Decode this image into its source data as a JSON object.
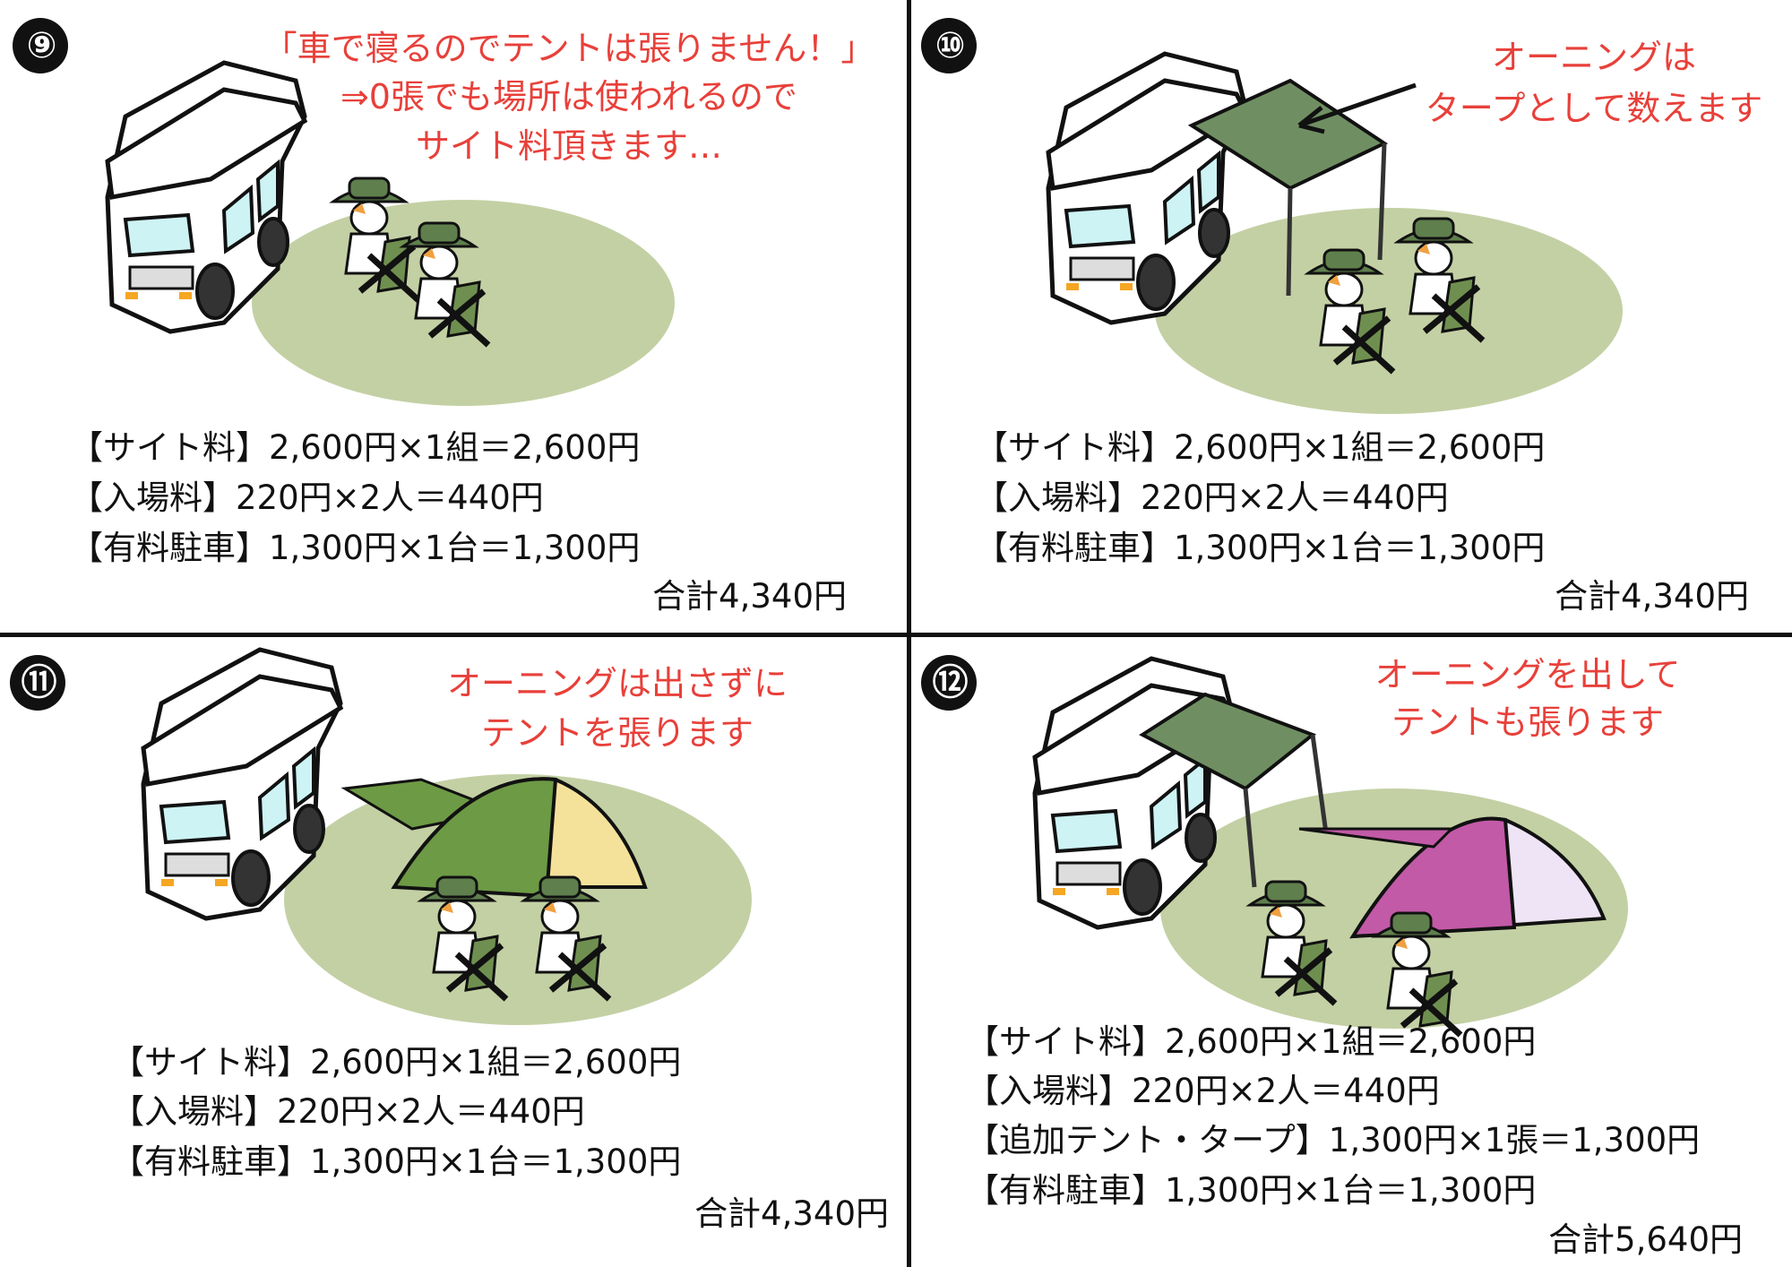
{
  "panels": [
    {
      "number": "⑨",
      "note": [
        "「車で寝るのでテントは張りません！」",
        "⇒0張でも場所は使われるので",
        "サイト料頂きます…"
      ],
      "fees": [
        "【サイト料】2,600円×1組＝2,600円",
        "【入場料】220円×2人＝440円",
        "【有料駐車】1,300円×1台＝1,300円"
      ],
      "total": "合計4,340円"
    },
    {
      "number": "⑩",
      "note": [
        "オーニングは",
        "タープとして数えます"
      ],
      "fees": [
        "【サイト料】2,600円×1組＝2,600円",
        "【入場料】220円×2人＝440円",
        "【有料駐車】1,300円×1台＝1,300円"
      ],
      "total": "合計4,340円"
    },
    {
      "number": "⑪",
      "note": [
        "オーニングは出さずに",
        "テントを張ります"
      ],
      "fees": [
        "【サイト料】2,600円×1組＝2,600円",
        "【入場料】220円×2人＝440円",
        "【有料駐車】1,300円×1台＝1,300円"
      ],
      "total": "合計4,340円"
    },
    {
      "number": "⑫",
      "note": [
        "オーニングを出して",
        "テントも張ります"
      ],
      "fees": [
        "【サイト料】2,600円×1組＝2,600円",
        "【入場料】220円×2人＝440円",
        "【追加テント・タープ】1,300円×1張＝1,300円",
        "【有料駐車】1,300円×1台＝1,300円"
      ],
      "total": "合計5,640円"
    }
  ],
  "colors": {
    "note": "#e8403a",
    "grass": "#c3d0a4",
    "awning": "#6f8f63",
    "tent_green": "#6d9a45",
    "tent_yellow": "#f4e29b",
    "tent_pink": "#c25aa7",
    "tent_lavender": "#efe3f6"
  }
}
